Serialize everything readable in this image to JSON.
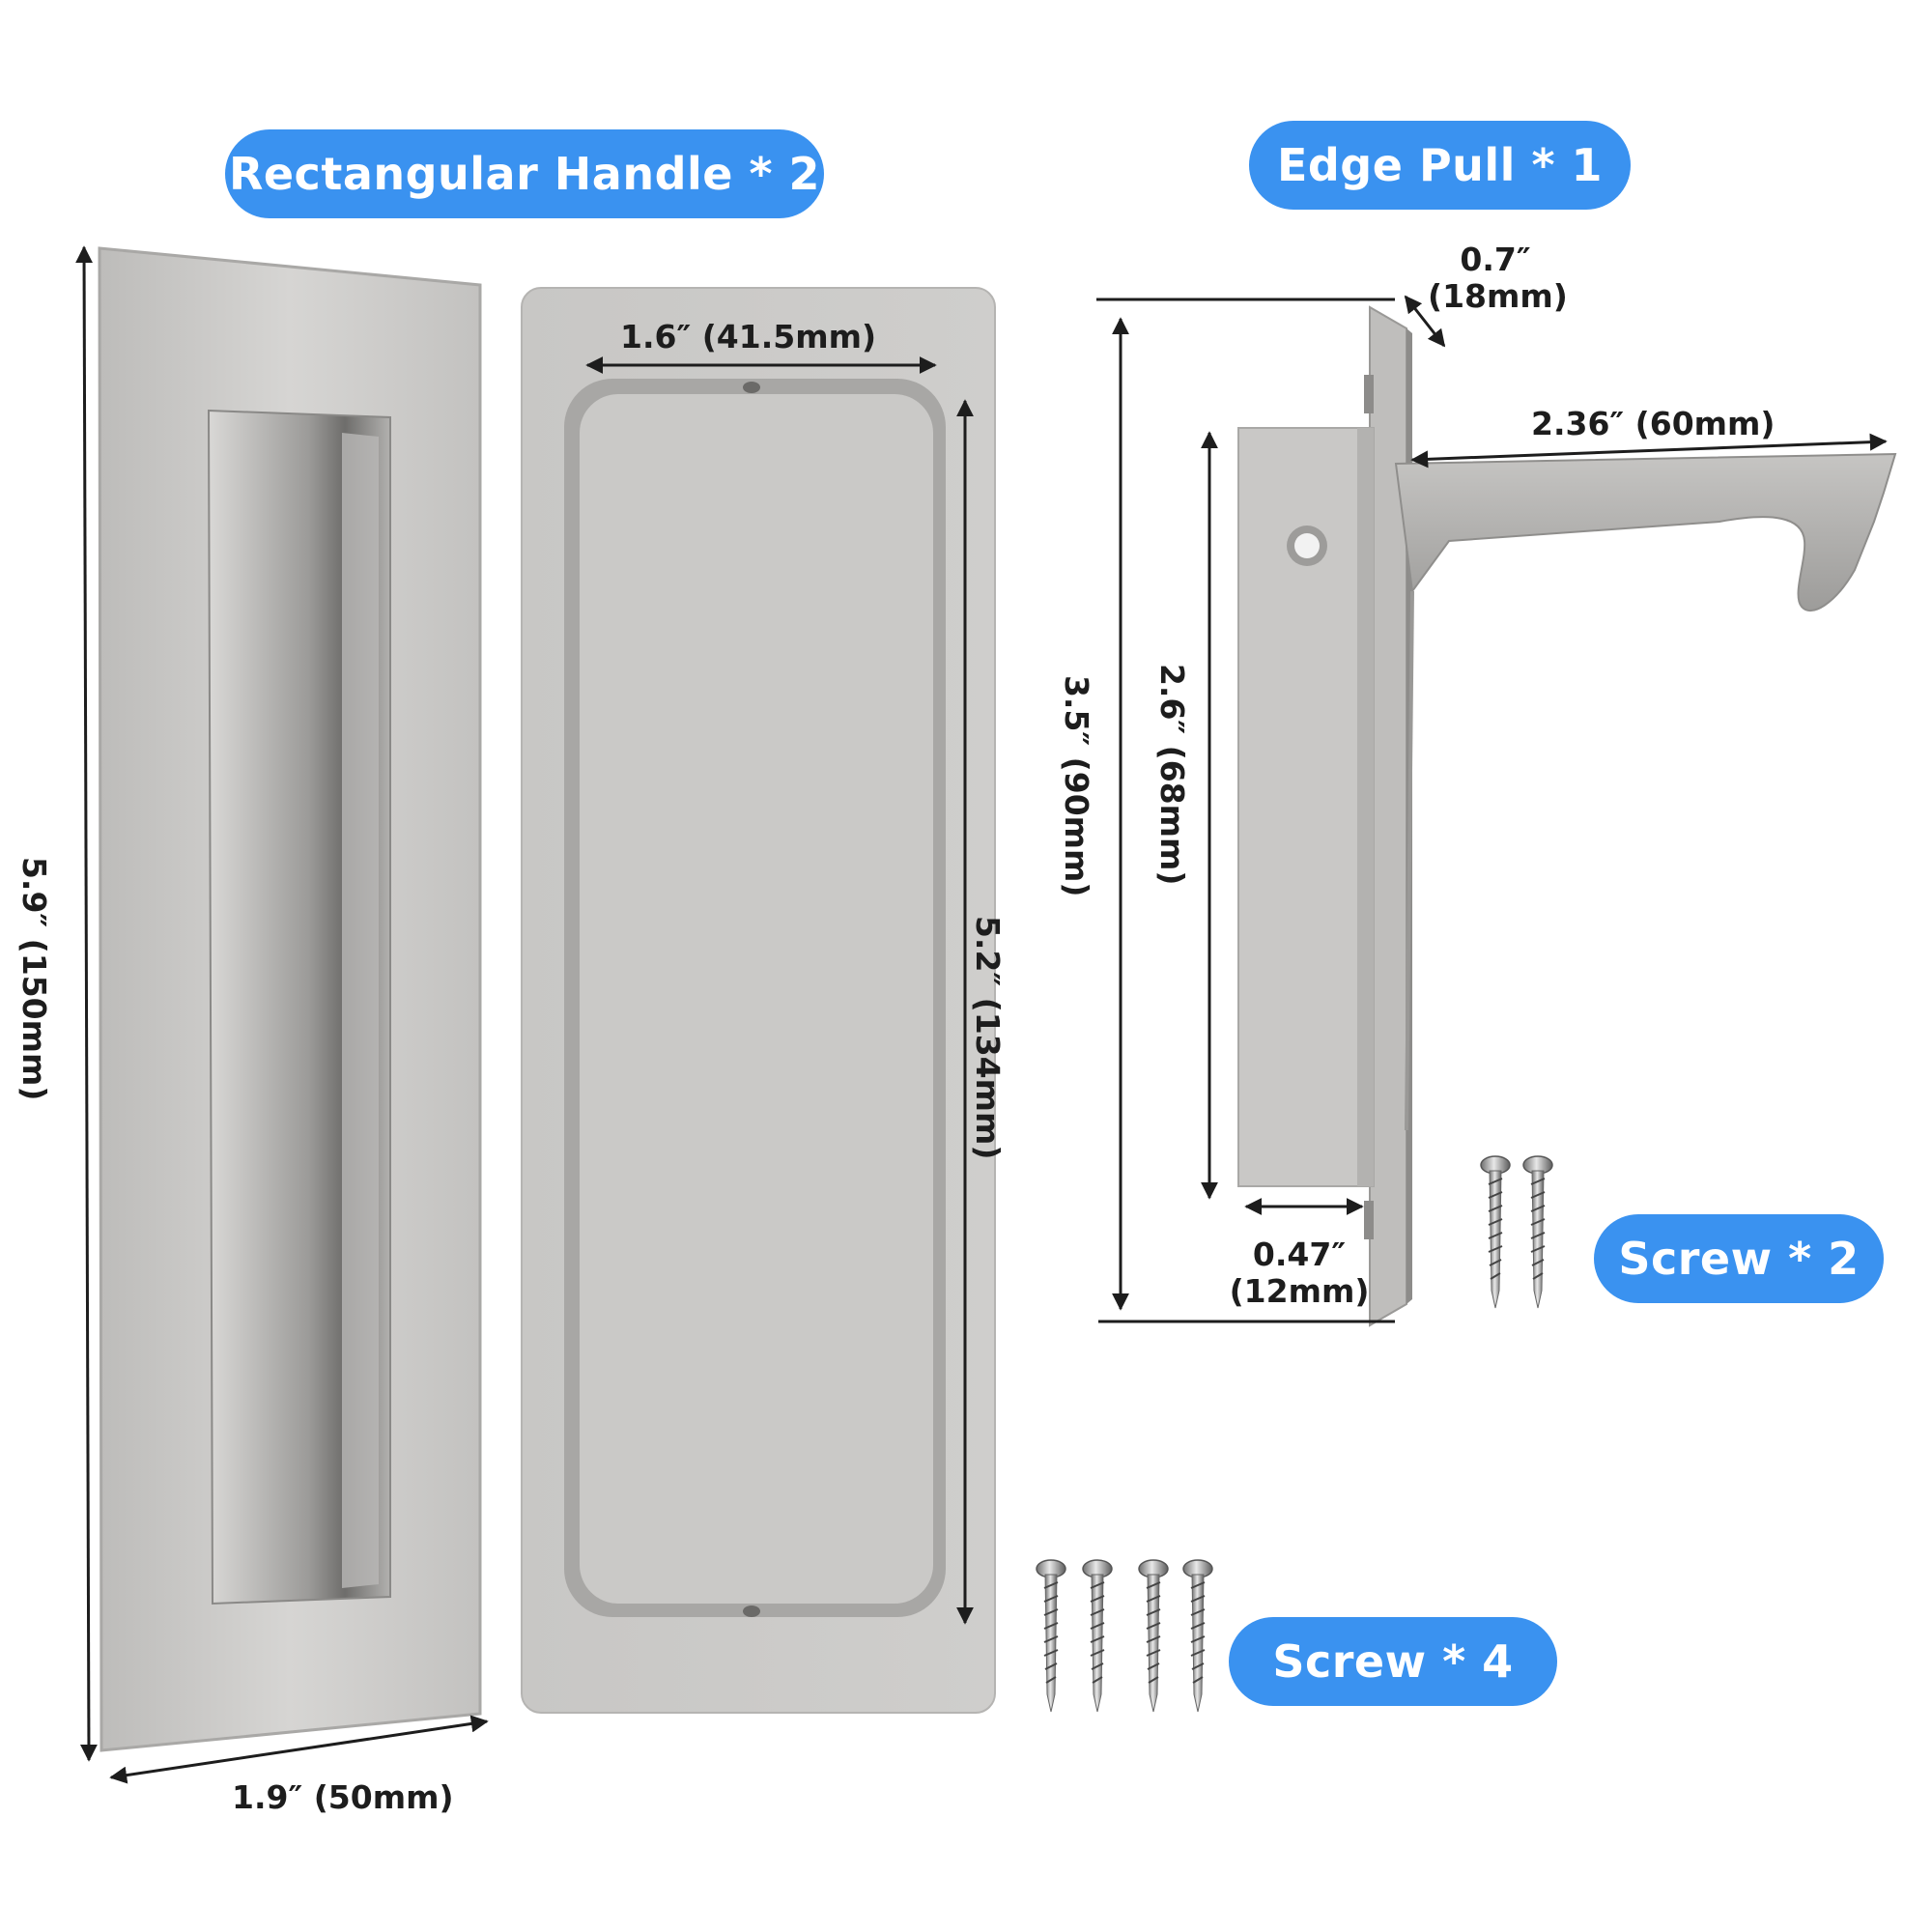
{
  "labels": {
    "rect_handle": "Rectangular Handle * 2",
    "edge_pull": "Edge Pull * 1",
    "screw_2": "Screw * 2",
    "screw_4": "Screw * 4"
  },
  "dimensions": {
    "rect_height": "5.9″ (150mm)",
    "rect_width": "1.9″ (50mm)",
    "inner_width": "1.6″ (41.5mm)",
    "inner_height": "5.2″ (134mm)",
    "edge_thickness_in": "0.7″",
    "edge_thickness_mm": "(18mm)",
    "edge_arm": "2.36″ (60mm)",
    "edge_height": "3.5″ (90mm)",
    "edge_body_height": "2.6″ (68mm)",
    "edge_depth_in": "0.47″",
    "edge_depth_mm": "(12mm)"
  },
  "colors": {
    "pill": "#3a92f0",
    "metal": "#c9c8c6",
    "metal_dark": "#8f8e8c",
    "text": "#1d1d1d"
  }
}
